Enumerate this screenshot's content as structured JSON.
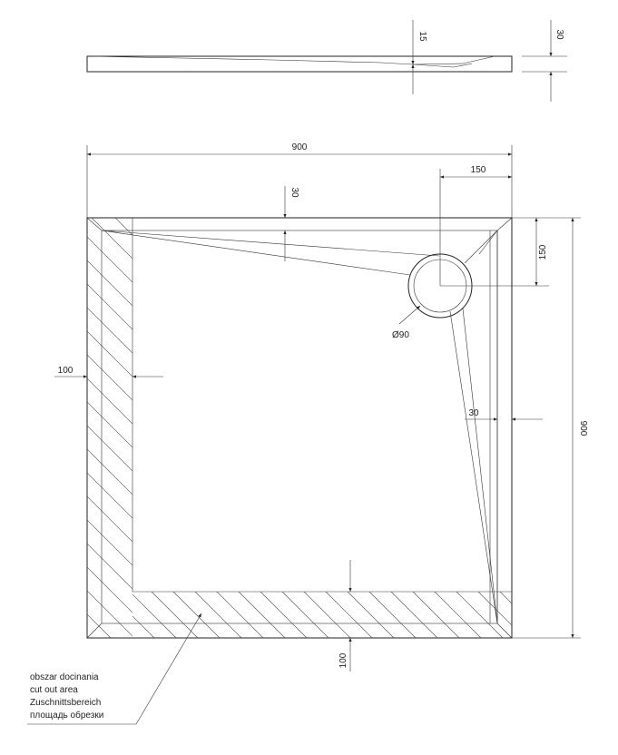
{
  "side_view": {
    "dim_drain_depth": "15",
    "dim_thickness": "30"
  },
  "top_view": {
    "dim_width": "900",
    "dim_drain_offset_x": "150",
    "dim_drain_offset_y": "150",
    "dim_slope_top": "30",
    "dim_slope_right": "30",
    "dim_height": "900",
    "dim_drain_diameter": "Ø90",
    "dim_cut_left": "100",
    "dim_cut_bottom": "100"
  },
  "note": {
    "lines": [
      "obszar docinania",
      "cut out area",
      "Zuschnittsbereich",
      "площадь обрезки"
    ]
  }
}
